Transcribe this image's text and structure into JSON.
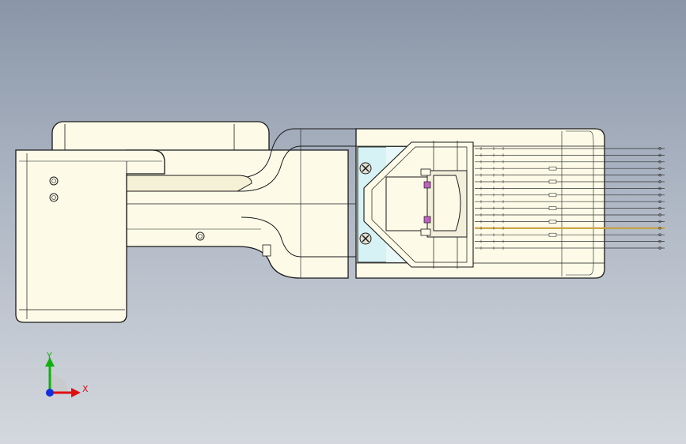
{
  "viewport": {
    "background_top": "#8a96a8",
    "background_bottom": "#d4d8de",
    "part_fill": "#fdfbe8",
    "part_edge": "#1a1a1a",
    "transparent_fill": "#d6f2f4"
  },
  "triad": {
    "x_label": "X",
    "y_label": "Y",
    "x_color": "#e01010",
    "y_color": "#10b010",
    "z_color": "#1030e0"
  },
  "fasteners": {
    "icon": "phillips-screw-icon",
    "count": 2
  },
  "highlights": {
    "pin_color": "#c8a040",
    "clip_color": "#c060c0"
  }
}
